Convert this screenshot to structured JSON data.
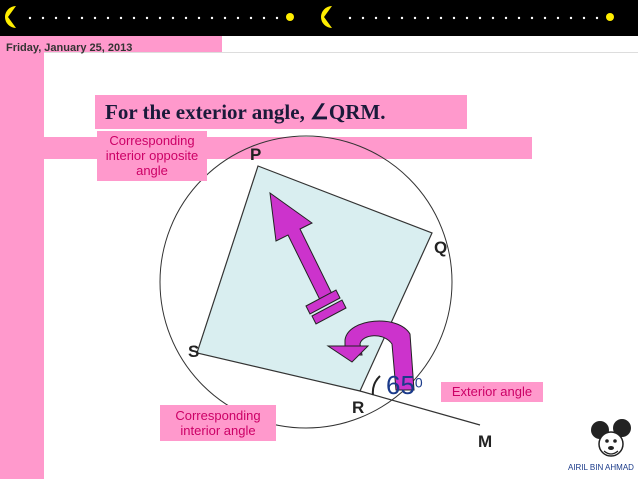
{
  "header": {
    "date": "Friday, January 25, 2013"
  },
  "slide": {
    "title": "For the exterior angle, ∠QRM.",
    "labels": {
      "corresponding_opposite": "Corresponding interior opposite angle",
      "corresponding_interior": "Corresponding interior angle",
      "exterior_angle": "Exterior angle"
    },
    "angle": {
      "value": "65",
      "unit": "0"
    },
    "points": {
      "P": "P",
      "Q": "Q",
      "R": "R",
      "S": "S",
      "M": "M"
    }
  },
  "footer": {
    "author": "AIRIL BIN AHMAD"
  },
  "colors": {
    "pink": "#ff99cc",
    "arrow": "#cc33cc",
    "quad_fill": "#d9eef0",
    "label_text": "#cc0066"
  }
}
